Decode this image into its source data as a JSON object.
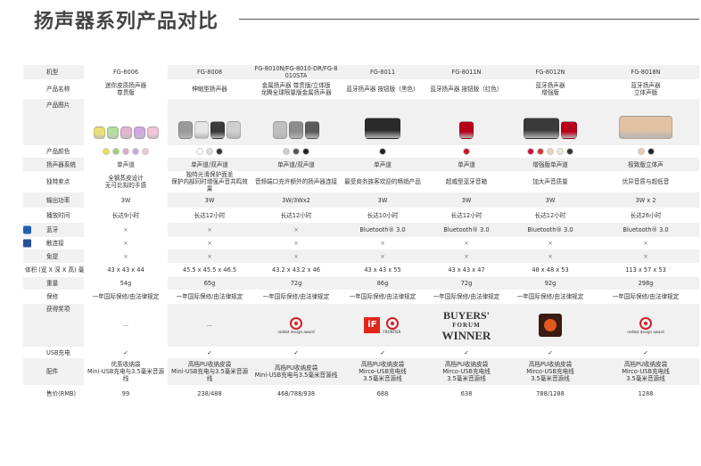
{
  "title": "扬声器系列产品对比",
  "columns": [
    "机型",
    "FG-8006",
    "FG-8008",
    "FG-8010N/FG-8010-DR/FG-8010STA",
    "FG-8011",
    "FG-8011N",
    "FG-8012N",
    "FG-8018N"
  ],
  "rows": {
    "product_name": {
      "label": "产品名称",
      "values": [
        "迷你皮质扬声器\n尊贵版",
        "伸缩型扬声器",
        "金属扬声器 尊贵版/立体版\n龙腾全球限量版金属扬声器",
        "蓝牙扬声器 按钮版（黑色）",
        "蓝牙扬声器 按钮版（红色）",
        "蓝牙扬声器\n增强版",
        "蓝牙扬声器\n立体声版"
      ]
    },
    "product_image": {
      "label": "产品图片"
    },
    "product_color": {
      "label": "产品颜色"
    },
    "speaker_system": {
      "label": "扬声器系统",
      "values": [
        "单声道",
        "单声道/双声道",
        "单声道/双声道",
        "单声道",
        "单声道",
        "增强版单声道",
        "极致版立体声"
      ]
    },
    "features": {
      "label": "独特卖点",
      "values": [
        "全钢蒸皮设计\n无可比拟的手感",
        "独特光滑保护面盖\n保护内部同时增强声音共鸣效果",
        "音频端口充许额外的扬声器连接",
        "最受商务族客欢迎的畅销产品",
        "超威型蓝牙音箱",
        "加大声音质量",
        "优异音质与超低音"
      ]
    },
    "output_power": {
      "label": "输出功率",
      "values": [
        "3W",
        "3W",
        "3W/3Wx2",
        "3W",
        "3W",
        "3W",
        "3W x 2"
      ]
    },
    "play_time": {
      "label": "播放时间",
      "values": [
        "长达9小时",
        "长达12小时",
        "长达12小时",
        "长达10小时",
        "长达12小时",
        "长达12小时",
        "长达26小时"
      ]
    },
    "bluetooth": {
      "label": "蓝牙",
      "values": [
        "×",
        "×",
        "×",
        "Bluetooth® 3.0",
        "Bluetooth® 3.0",
        "Bluetooth® 3.0",
        "Bluetooth® 3.0"
      ]
    },
    "nfc": {
      "label": "触连接",
      "values": [
        "×",
        "×",
        "×",
        "×",
        "×",
        "×",
        "×"
      ]
    },
    "handsfree": {
      "label": "免提",
      "values": [
        "×",
        "×",
        "×",
        "×",
        "×",
        "×",
        "×"
      ]
    },
    "size": {
      "label": "体积 (宽 X 深 X 高) 毫米",
      "values": [
        "43 x 43 x 44",
        "45.5 x 45.5 x 46.5",
        "43.2 x 43.2 x 46",
        "43 x 43 x 55",
        "43 x 43 x 47",
        "48 x 48 x 53",
        "113 x 57 x 53"
      ]
    },
    "weight": {
      "label": "重量",
      "values": [
        "54g",
        "65g",
        "72g",
        "86g",
        "72g",
        "92g",
        "298g"
      ]
    },
    "warranty": {
      "label": "保修",
      "values": [
        "一年国际保修/由法律规定",
        "一年国际保修/由法律规定",
        "一年国际保修/由法律规定",
        "一年国际保修/由法律规定",
        "一年国际保修/由法律规定",
        "一年国际保修/由法律规定",
        "一年国际保修/由法律规定"
      ]
    },
    "awards": {
      "label": "获得奖项",
      "dash": "—",
      "reddot_text": "reddot design award",
      "frontier_text": "FRONTIER",
      "buyers_line1": "BUYERS'",
      "buyers_line2": "FORUM",
      "buyers_line3": "WINNER",
      "if_text": "iF"
    },
    "usb": {
      "label": "USB充电",
      "values": [
        "✓",
        "✓",
        "✓",
        "✓",
        "✓",
        "✓",
        "✓"
      ]
    },
    "accessories": {
      "label": "配件",
      "values": [
        "优质收纳袋\nMini-USB充电与3.5毫米音源线",
        "高档PU收纳皮袋\nMini-USB充电与3.5毫米音源线",
        "高档PU收纳皮袋\nMini-USB充电与3.5毫米音源线",
        "高档PU收纳皮袋\nMirco-USB充电线\n3.5毫米音源线",
        "高档PU收纳皮袋\nMirco-USB充电线\n3.5毫米音源线",
        "高档PU收纳皮袋\nMirco-USB充电线\n3.5毫米音源线",
        "高档PU收纳皮袋\nMirco-USB充电线\n3.5毫米音源线"
      ]
    },
    "price": {
      "label": "售价(RMB)",
      "values": [
        "99",
        "238/488",
        "468/788/938",
        "688",
        "638",
        "788/1288",
        "1288"
      ]
    }
  },
  "colors": {
    "col1": [
      "#e6e14a",
      "#9ad07a",
      "#d6a9c8",
      "#c8a7d8",
      "#e8c6d6"
    ],
    "col2": [
      "#ffffff",
      "#dddddd",
      "#333333"
    ],
    "col3": [
      "#cccccc",
      "#555555",
      "#222222"
    ],
    "col4": [
      "#222222"
    ],
    "col5": [
      "#c8102e"
    ],
    "col6": [
      "#c8102e",
      "#cc3333",
      "#e6d3c0",
      "#f0e6d8",
      "#333333"
    ],
    "col7": [
      "#e5cdb3",
      "#222222"
    ]
  },
  "pictures": {
    "col1": [
      "#e8e07a",
      "#b5dfa0",
      "#e3b4cf",
      "#cfa9e0",
      "#f0c5d8"
    ],
    "col2": [
      "#9a9a9a",
      "#e6e6e6",
      "#3a3a3a",
      "#cfcfcf"
    ],
    "col3": [
      "#bfbfbf",
      "#8c8c8c",
      "#5a5a5a"
    ],
    "col4": [
      "#2a2a2a"
    ],
    "col5": [
      "#b8001b"
    ],
    "col6": [
      "#3a3a3a",
      "#b8001b"
    ],
    "col7": [
      "#e1c2a2"
    ]
  }
}
